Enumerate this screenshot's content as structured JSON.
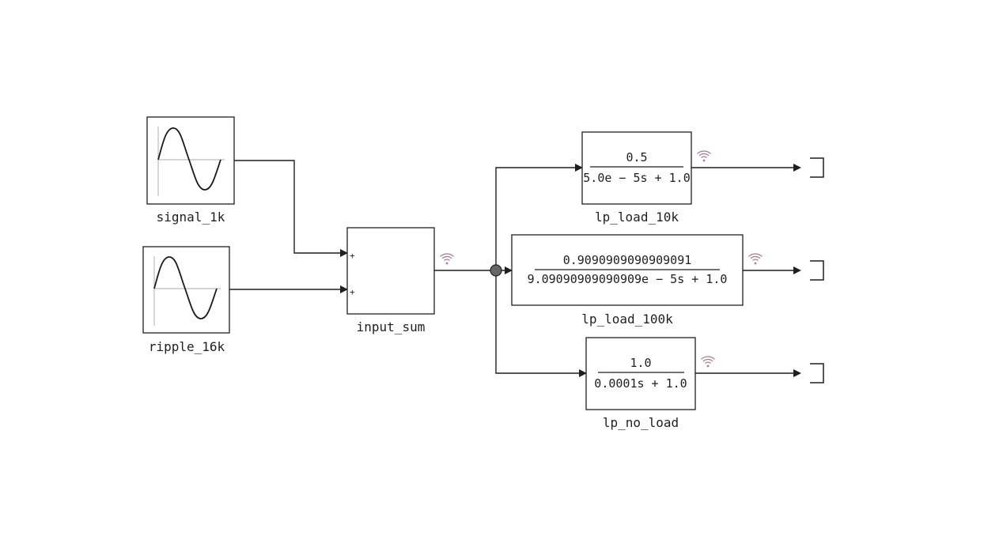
{
  "blocks": {
    "signal_1k": {
      "label": "signal_1k"
    },
    "ripple_16k": {
      "label": "ripple_16k"
    },
    "input_sum": {
      "label": "input_sum",
      "port1": "+",
      "port2": "+"
    },
    "lp_load_10k": {
      "label": "lp_load_10k",
      "numerator": "0.5",
      "denominator": "5.0e − 5s + 1.0"
    },
    "lp_load_100k": {
      "label": "lp_load_100k",
      "numerator": "0.9090909090909091",
      "denominator": "9.09090909090909e − 5s + 1.0"
    },
    "lp_no_load": {
      "label": "lp_no_load",
      "numerator": "1.0",
      "denominator": "0.0001s + 1.0"
    }
  },
  "icons": {
    "source": "sine-wave-icon",
    "signal_marker": "wifi-signal-icon",
    "junction": "junction-dot-icon",
    "sink": "terminator-icon"
  },
  "colors": {
    "line": "#1f1f1f",
    "signal_marker": "#a67c94",
    "junction": "#666666"
  }
}
